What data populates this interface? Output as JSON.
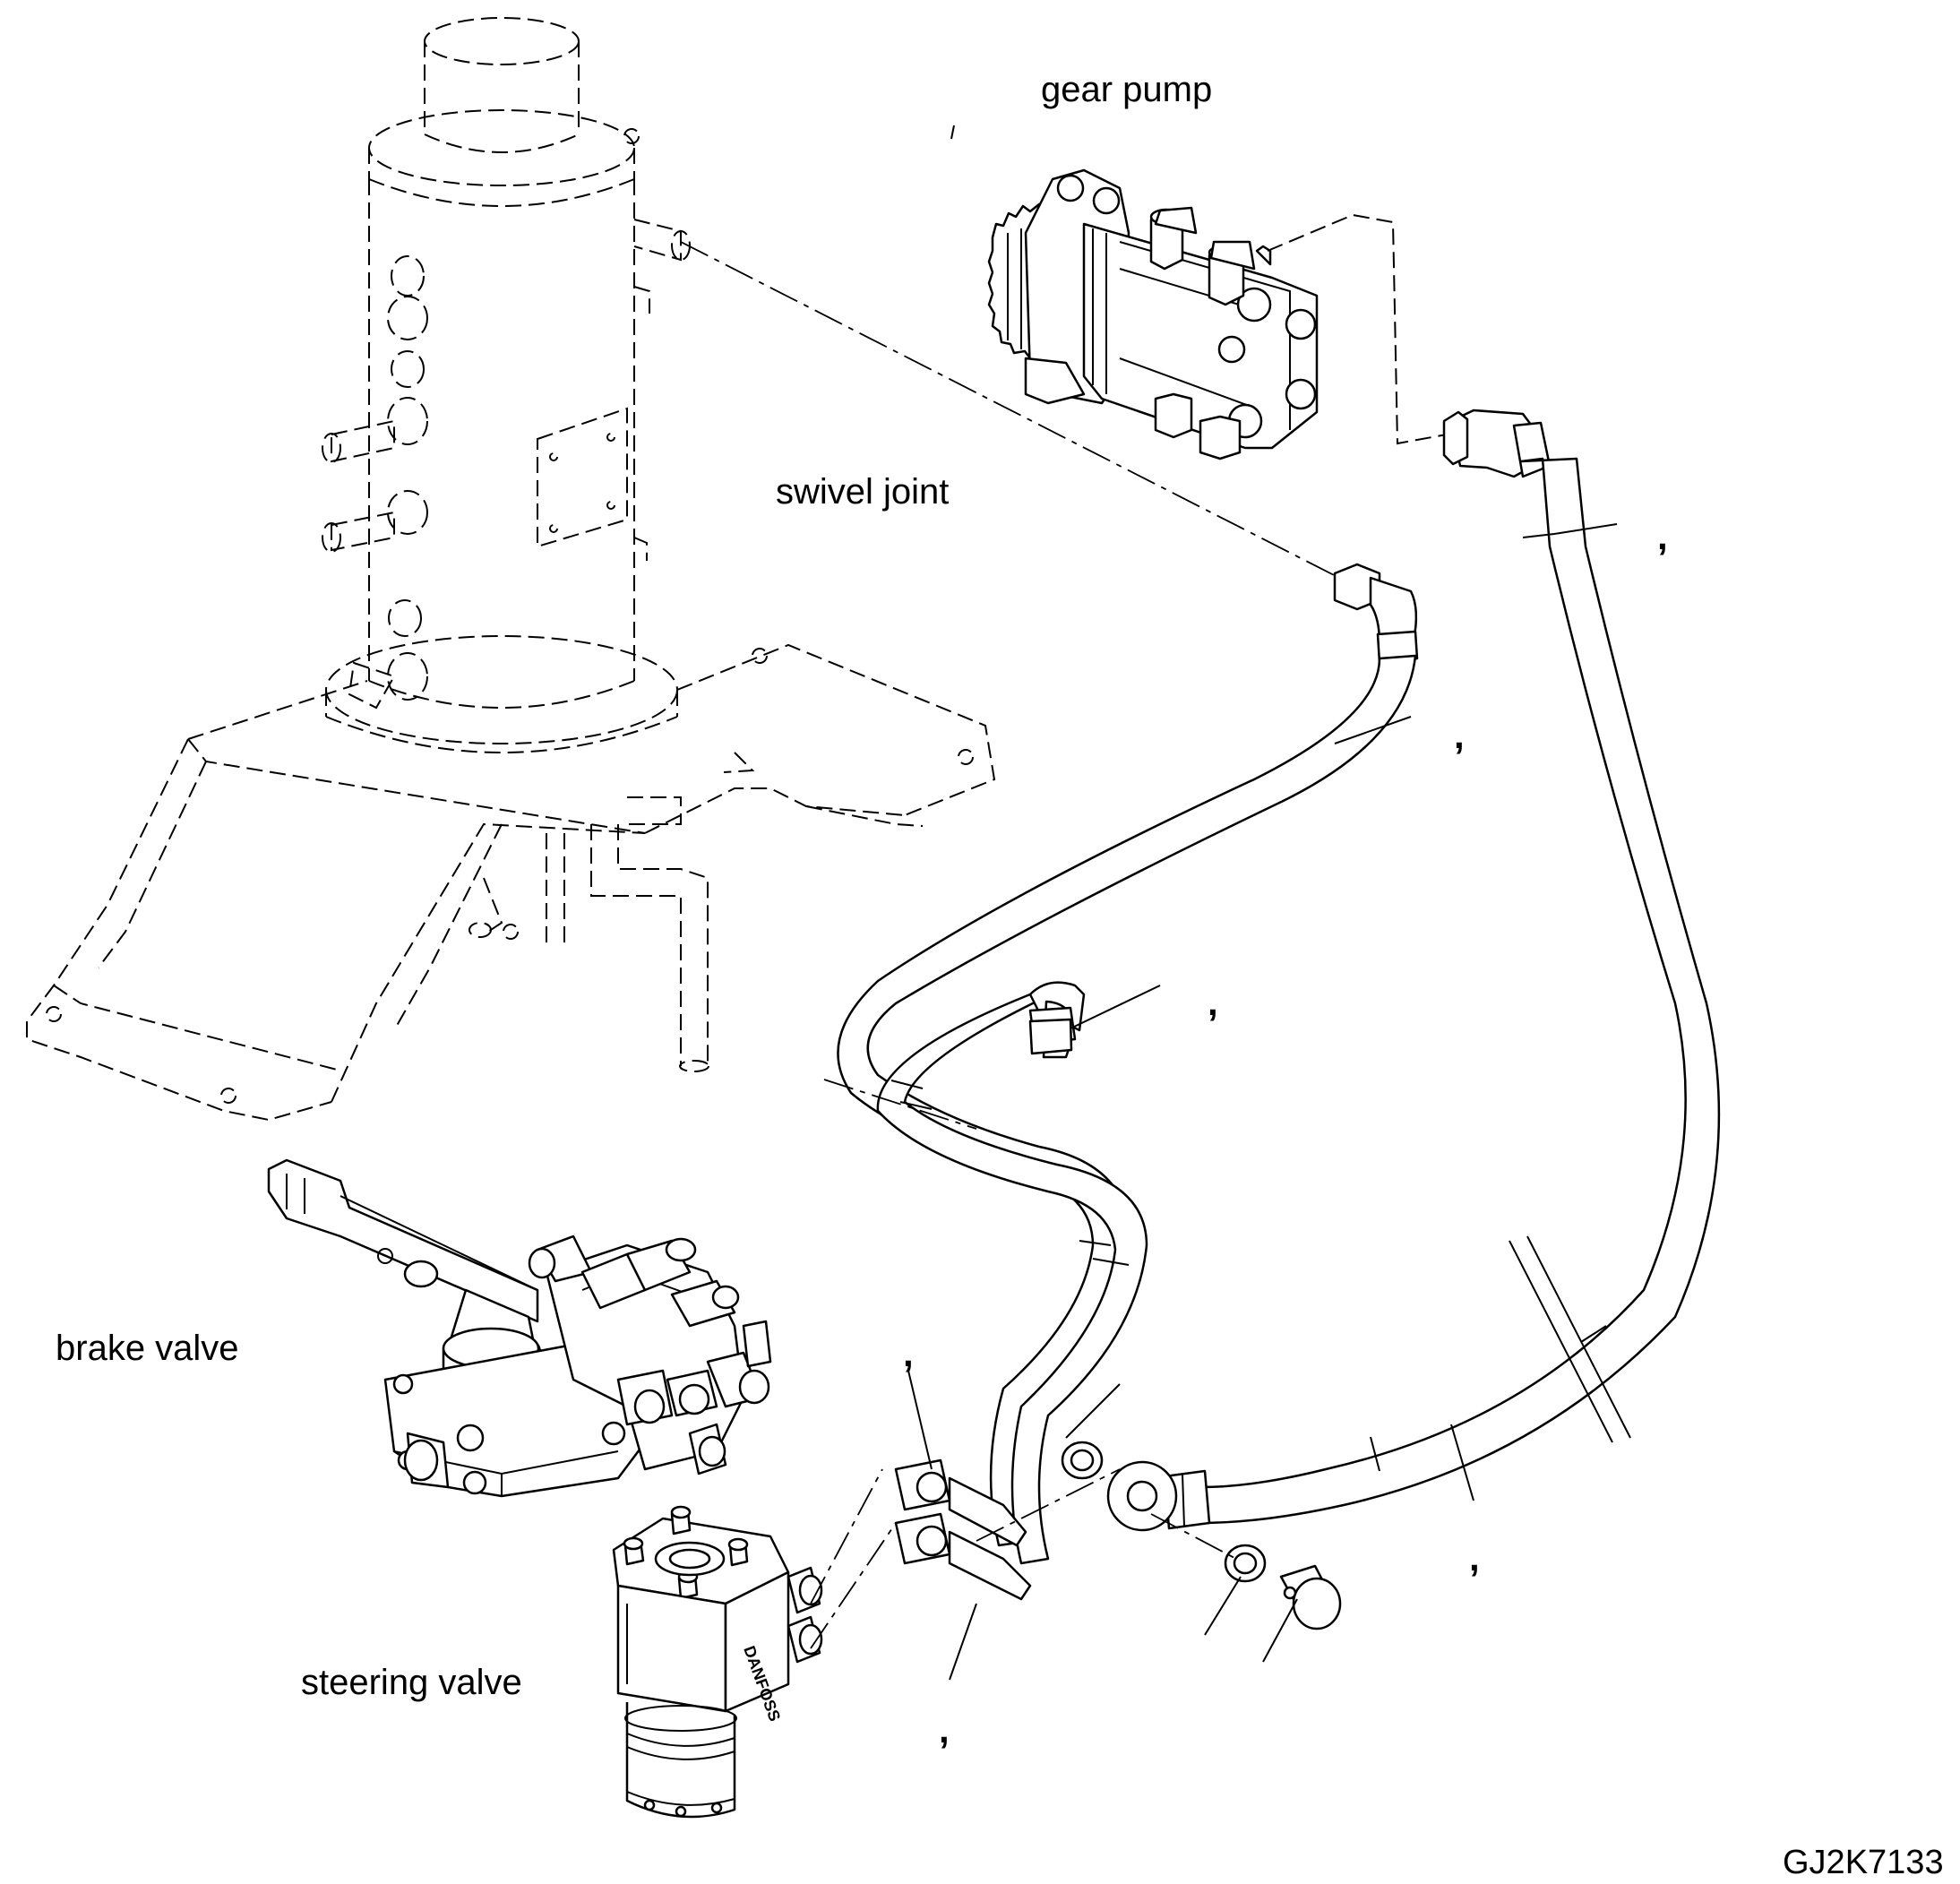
{
  "labels": {
    "gear_pump": "gear pump",
    "swivel_joint": "swivel joint",
    "brake_valve": "brake valve",
    "steering_valve": "steering valve",
    "drawing_code": "GJ2K7133"
  },
  "callouts": [
    ",",
    ",",
    ",",
    ",",
    ",",
    ","
  ],
  "stamp_text": "DANFOSS"
}
